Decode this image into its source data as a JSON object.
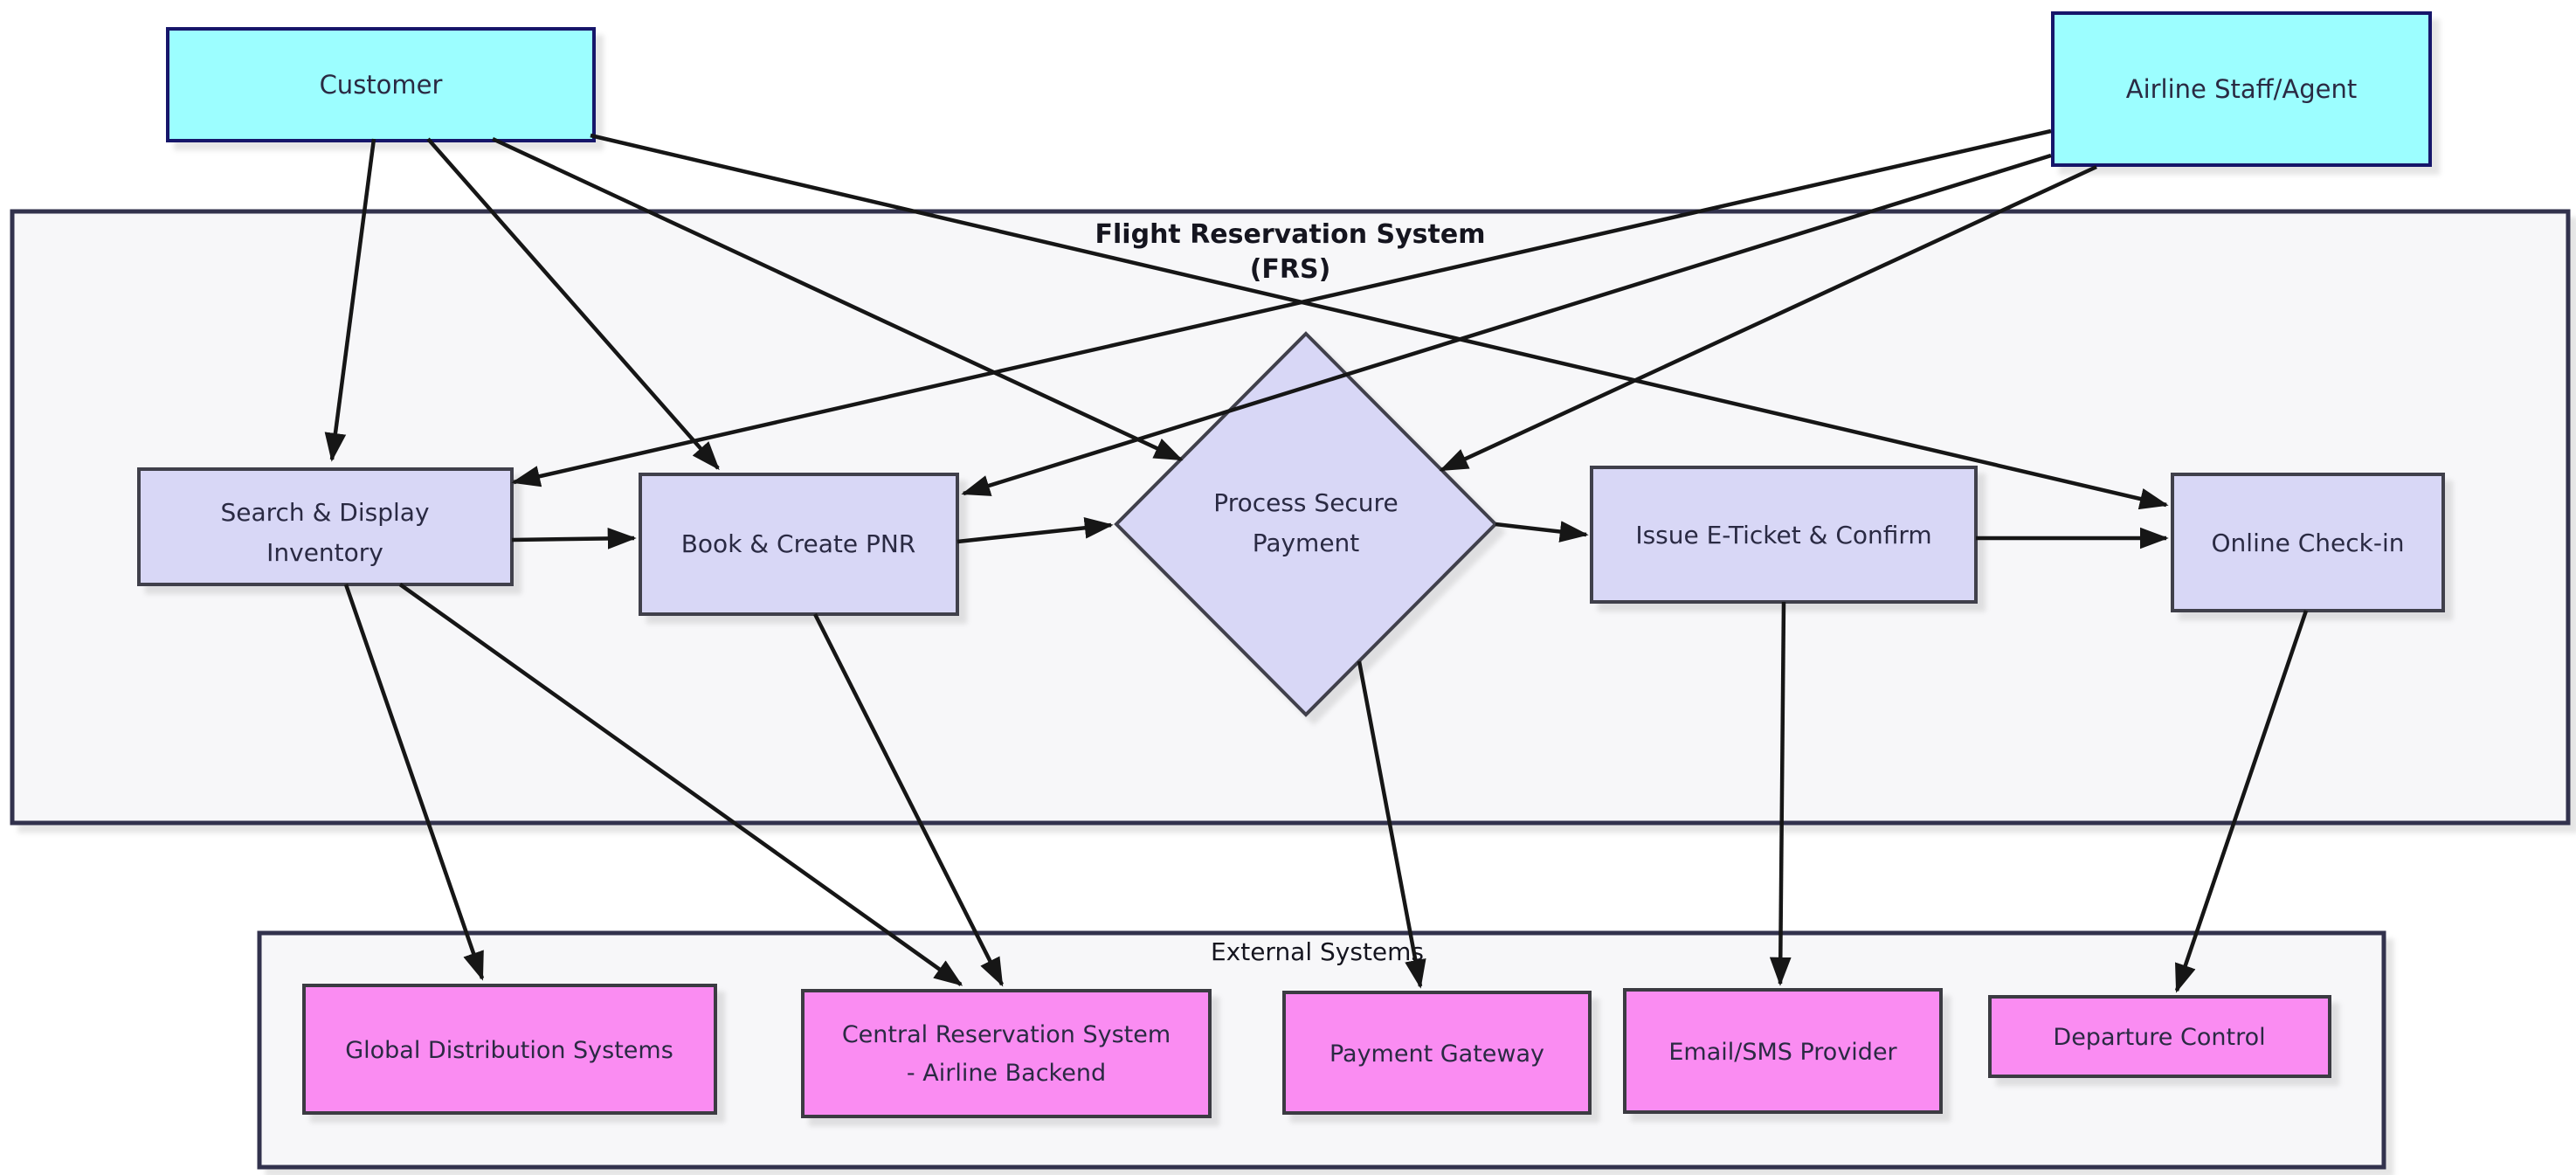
{
  "diagram": {
    "type": "flowchart",
    "subgraphs": {
      "frs": {
        "title_line1": "Flight Reservation System",
        "title_line2": "(FRS)"
      },
      "external": {
        "title": "External Systems"
      }
    },
    "nodes": {
      "customer": {
        "label": "Customer",
        "kind": "actor"
      },
      "staff": {
        "label": "Airline Staff/Agent",
        "kind": "actor"
      },
      "search": {
        "line1": "Search & Display",
        "line2": "Inventory",
        "kind": "process"
      },
      "book": {
        "label": "Book & Create PNR",
        "kind": "process"
      },
      "payment": {
        "line1": "Process Secure",
        "line2": "Payment",
        "kind": "decision"
      },
      "eticket": {
        "label": "Issue E-Ticket & Confirm",
        "kind": "process"
      },
      "checkin": {
        "label": "Online Check-in",
        "kind": "process"
      },
      "gds": {
        "label": "Global Distribution Systems",
        "kind": "external"
      },
      "crs": {
        "line1": "Central Reservation System",
        "line2": "- Airline Backend",
        "kind": "external"
      },
      "gateway": {
        "label": "Payment Gateway",
        "kind": "external"
      },
      "email": {
        "label": "Email/SMS Provider",
        "kind": "external"
      },
      "departure": {
        "label": "Departure Control",
        "kind": "external"
      }
    },
    "edges": [
      {
        "from": "Customer",
        "to": "Search & Display Inventory"
      },
      {
        "from": "Customer",
        "to": "Book & Create PNR"
      },
      {
        "from": "Customer",
        "to": "Process Secure Payment"
      },
      {
        "from": "Customer",
        "to": "Online Check-in"
      },
      {
        "from": "Airline Staff/Agent",
        "to": "Search & Display Inventory"
      },
      {
        "from": "Airline Staff/Agent",
        "to": "Book & Create PNR"
      },
      {
        "from": "Airline Staff/Agent",
        "to": "Process Secure Payment"
      },
      {
        "from": "Search & Display Inventory",
        "to": "Book & Create PNR"
      },
      {
        "from": "Book & Create PNR",
        "to": "Process Secure Payment"
      },
      {
        "from": "Process Secure Payment",
        "to": "Issue E-Ticket & Confirm"
      },
      {
        "from": "Issue E-Ticket & Confirm",
        "to": "Online Check-in"
      },
      {
        "from": "Search & Display Inventory",
        "to": "Global Distribution Systems"
      },
      {
        "from": "Search & Display Inventory",
        "to": "Central Reservation System - Airline Backend"
      },
      {
        "from": "Book & Create PNR",
        "to": "Central Reservation System - Airline Backend"
      },
      {
        "from": "Process Secure Payment",
        "to": "Payment Gateway"
      },
      {
        "from": "Issue E-Ticket & Confirm",
        "to": "Email/SMS Provider"
      },
      {
        "from": "Online Check-in",
        "to": "Departure Control"
      }
    ],
    "colors": {
      "actor_fill": "#9cfeff",
      "actor_border": "#17176b",
      "process_fill": "#d8d7f6",
      "process_border": "#41414b",
      "external_fill": "#fa8cf2",
      "external_border": "#3b3b42",
      "container_fill": "#f7f7f9",
      "container_border": "#33334d",
      "edge_color": "#161616",
      "background": "#ffffff"
    }
  }
}
